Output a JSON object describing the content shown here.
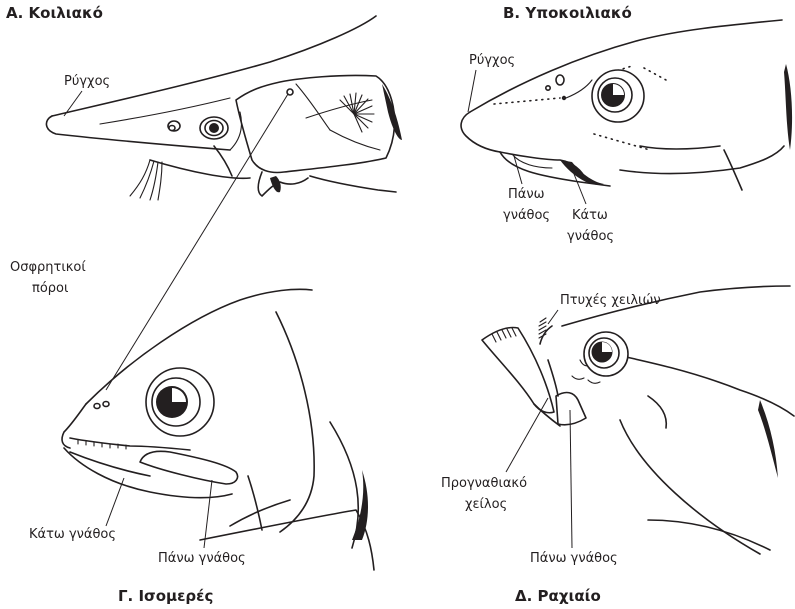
{
  "panels": {
    "a": {
      "title": "Α. Κοιλιακό"
    },
    "b": {
      "title": "Β. Υποκοιλιακό"
    },
    "c": {
      "title": "Γ. Ισομερές"
    },
    "d": {
      "title": "Δ. Ραχιαίο"
    }
  },
  "labels": {
    "a_snout": "Ρύγχος",
    "b_snout": "Ρύγχος",
    "b_upper_jaw_1": "Πάνω",
    "b_upper_jaw_2": "γνάθος",
    "b_lower_jaw_1": "Κάτω",
    "b_lower_jaw_2": "γνάθος",
    "nostrils_1": "Οσφρητικοί",
    "nostrils_2": "πόροι",
    "c_lower_jaw": "Κάτω γνάθος",
    "c_upper_jaw": "Πάνω γνάθος",
    "d_lip_folds": "Πτυχές χειλιών",
    "d_premax_lip_1": "Προγναθιακό",
    "d_premax_lip_2": "χείλος",
    "d_upper_jaw": "Πάνω γνάθος"
  }
}
